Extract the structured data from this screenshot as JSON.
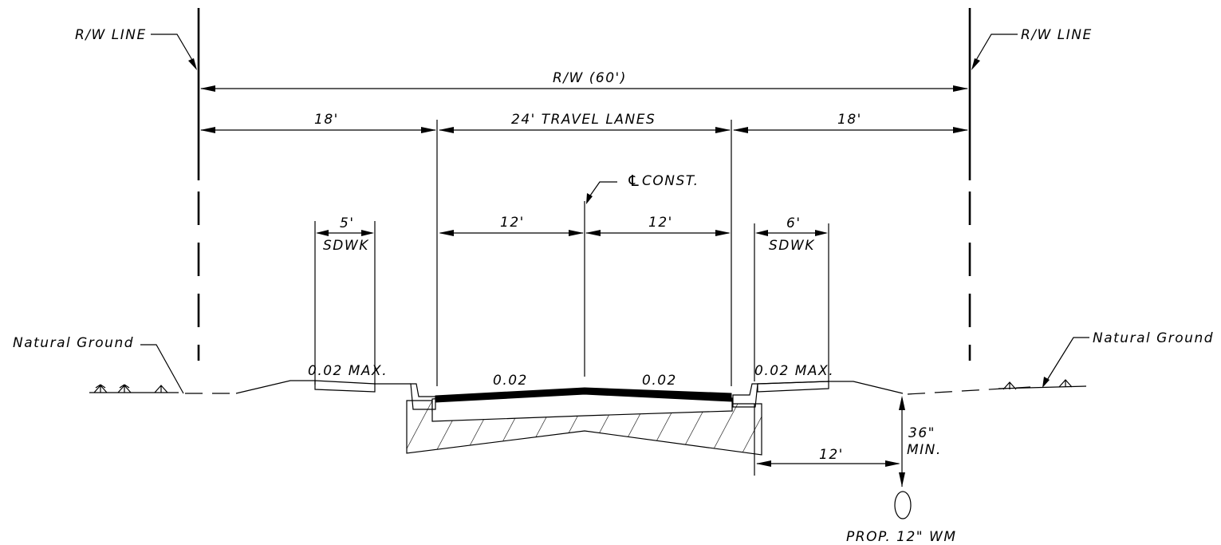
{
  "title": "Typical Roadway Section",
  "labels": {
    "rw_line_left": "R/W LINE",
    "rw_line_right": "R/W LINE",
    "rw_width": "R/W (60')",
    "left_border": "18'",
    "travel_lanes": "24' TRAVEL LANES",
    "right_border": "18'",
    "centerline": "CONST.",
    "left_lane": "12'",
    "right_lane": "12'",
    "left_sidewalk_width": "5'",
    "left_sidewalk": "SDWK",
    "right_sidewalk_width": "6'",
    "right_sidewalk": "SDWK",
    "natural_ground_left": "Natural Ground",
    "natural_ground_right": "Natural Ground",
    "left_sidewalk_slope": "0.02 MAX.",
    "right_sidewalk_slope": "0.02 MAX.",
    "left_lane_slope": "0.02",
    "right_lane_slope": "0.02",
    "cover_depth": "36\"",
    "cover_min": "MIN.",
    "wm_offset": "12'",
    "watermain": "PROP. 12\" WM"
  }
}
